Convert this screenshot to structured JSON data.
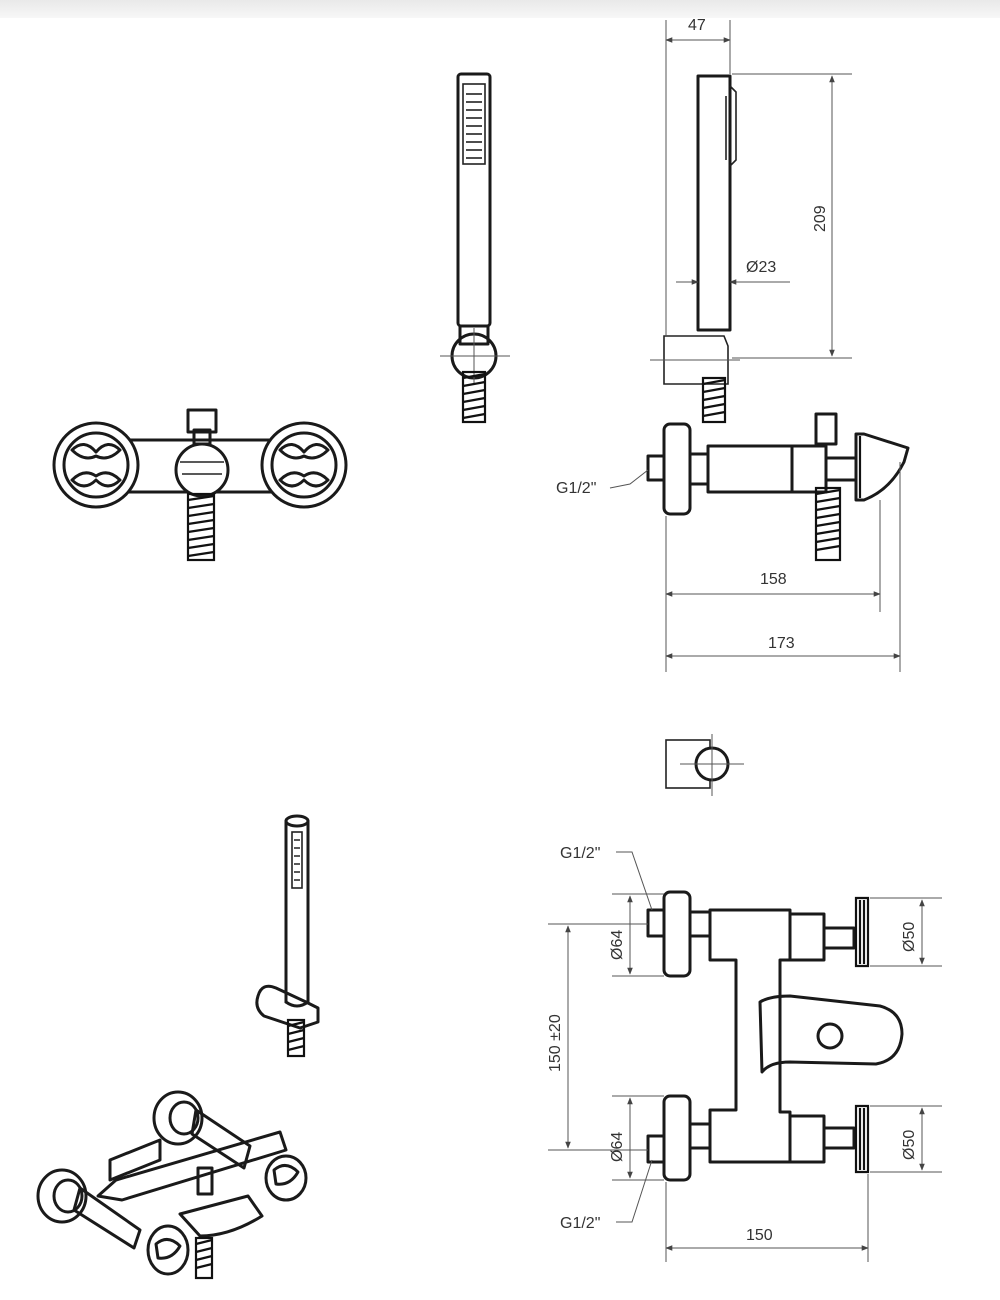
{
  "dimensions": {
    "top_width": "47",
    "handshower_length": "209",
    "handshower_diameter": "Ø23",
    "inlet_thread_side": "G1/2\"",
    "depth_spout": "158",
    "depth_total": "173",
    "inlet_thread_top": "G1/2\"",
    "inlet_thread_bottom": "G1/2\"",
    "flange_diameter_top": "Ø64",
    "flange_diameter_bottom": "Ø64",
    "centres": "150 ±20",
    "handle_diameter_top": "Ø50",
    "handle_diameter_bottom": "Ø50",
    "plan_depth": "150"
  }
}
